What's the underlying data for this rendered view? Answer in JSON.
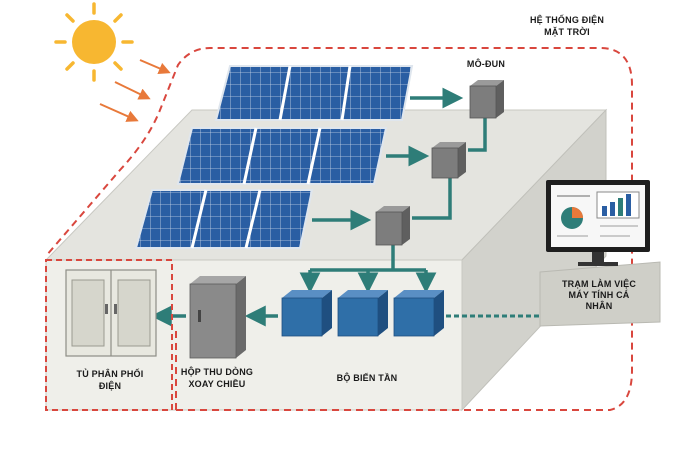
{
  "title": {
    "line1": "HỆ THỐNG ĐIỆN",
    "line2": "MẶT TRỜI"
  },
  "labels": {
    "module": "MÔ-ĐUN",
    "workstation": {
      "line1": "TRẠM LÀM VIỆC",
      "line2": "MÁY TÍNH CÁ",
      "line3": "NHÂN"
    },
    "distribution_cabinet": {
      "line1": "TỦ PHÂN PHỐI",
      "line2": "ĐIỆN"
    },
    "ac_combiner_box": {
      "line1": "HỘP THU DÒNG",
      "line2": "XOAY CHIỀU"
    },
    "inverters": "BỘ BIẾN TẦN"
  },
  "colors": {
    "sun": "#f7b731",
    "sun_rays": "#f7b731",
    "sunlight_arrows": "#e8793a",
    "boundary_dash": "#d9473e",
    "flow_arrows": "#2e7d78",
    "panel_blue": "#2a5ea3",
    "inverter_blue": "#2f6fa8",
    "platform_top": "#e4e4df",
    "platform_side": "#d2d2cc"
  },
  "icons": [
    "sun-icon",
    "solar-panel-icon",
    "combiner-module-icon",
    "monitor-icon",
    "inverter-icon",
    "cabinet-icon"
  ]
}
